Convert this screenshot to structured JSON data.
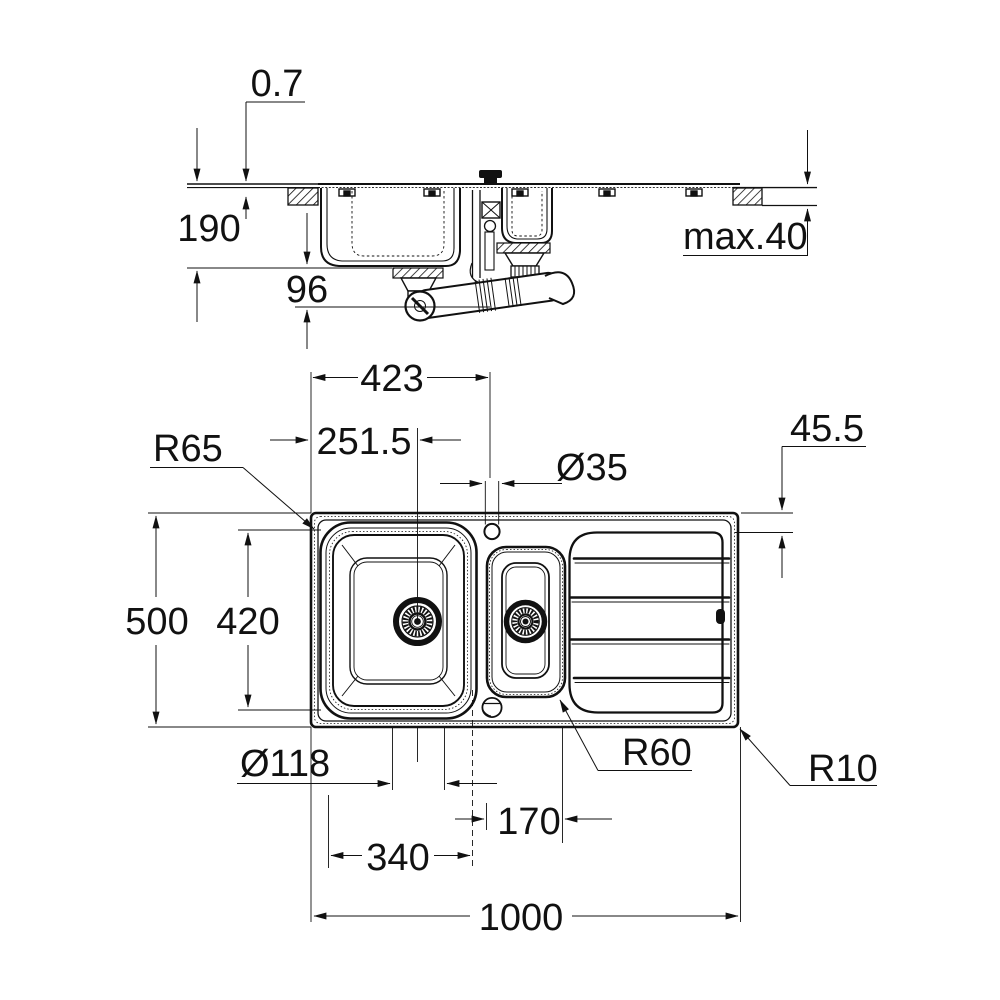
{
  "page": {
    "background": "#ffffff",
    "ink": "#111111"
  },
  "drawing": {
    "type": "technical-dimension-drawing",
    "subject": "kitchen inset sink with main bowl, half bowl and drainer",
    "views": [
      "side-section-view",
      "top-plan-view"
    ]
  },
  "dims": {
    "rim_thickness": "0.7",
    "bowl_depth": "190",
    "trap_offset": "96",
    "counter_thickness": "max.40",
    "faucet_from_left": "423",
    "drain_from_left": "251.5",
    "faucet_hole_dia": "Ø35",
    "drainer_top_offset": "45.5",
    "bowl_corner_radius": "R65",
    "overall_depth": "500",
    "bowl_outer_depth": "420",
    "drain_dia": "Ø118",
    "transition_radius": "R60",
    "outer_corner_radius": "R10",
    "small_bowl_width": "170",
    "main_bowl_width": "340",
    "overall_length": "1000"
  }
}
